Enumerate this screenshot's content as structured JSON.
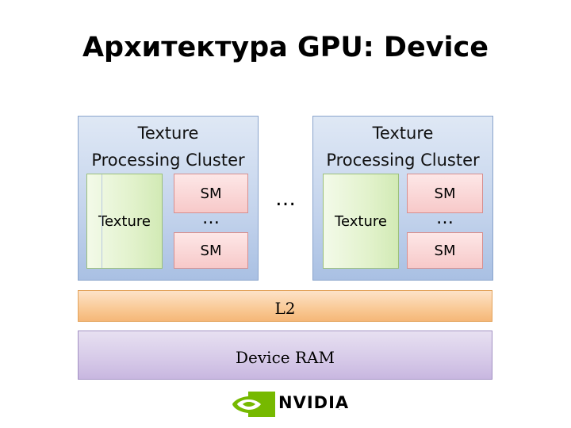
{
  "title": "Архитектура GPU: Device",
  "clusters": [
    {
      "title": "Texture\nProcessing Cluster",
      "texture_label": "Texture",
      "sm_top": "SM",
      "sm_dots": "…",
      "sm_bottom": "SM"
    },
    {
      "title": "Texture\nProcessing Cluster",
      "texture_label": "Texture",
      "sm_top": "SM",
      "sm_dots": "…",
      "sm_bottom": "SM"
    }
  ],
  "cluster_ellipsis": "…",
  "l2_label": "L2",
  "ram_label": "Device RAM",
  "logo": {
    "name": "NVIDIA",
    "mark": "."
  },
  "colors": {
    "cluster": "#c3d3ec",
    "texture": "#e2f2cc",
    "sm": "#f7c9c9",
    "l2": "#f9c995",
    "ram": "#d6c9e8",
    "nvidia_green": "#76b900"
  }
}
